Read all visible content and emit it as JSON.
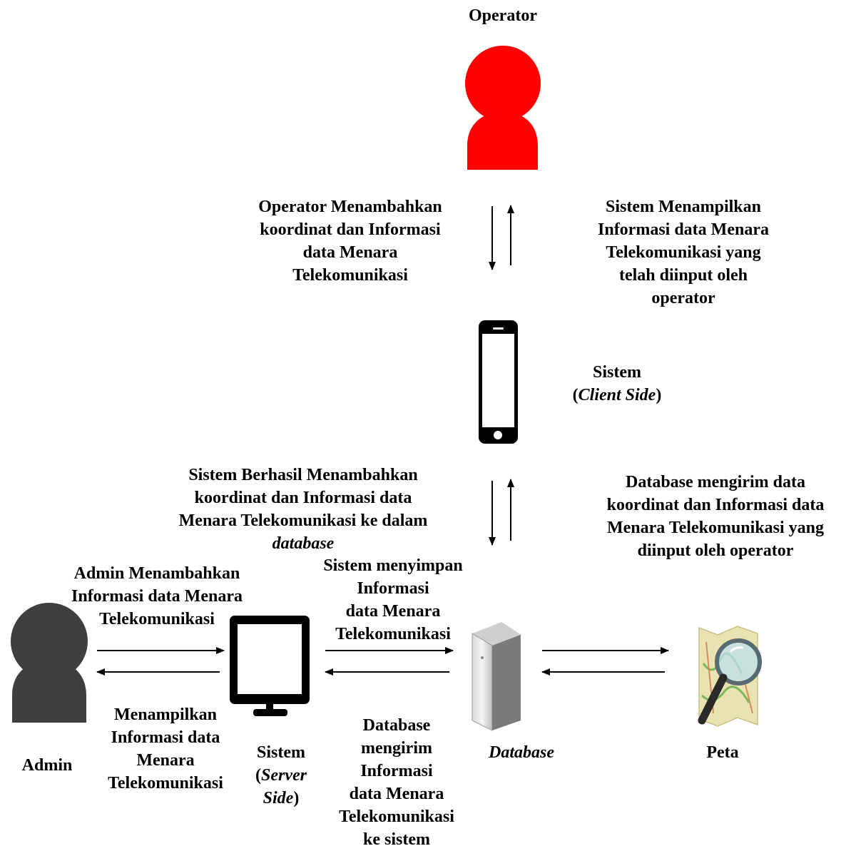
{
  "nodes": {
    "operator": {
      "label": "Operator",
      "color": "#ff0000",
      "icon": "person-icon"
    },
    "client": {
      "label_prefix": "Sistem",
      "label_italic": "Client Side",
      "icon": "smartphone-icon"
    },
    "admin": {
      "label": "Admin",
      "color": "#3f3f3f",
      "icon": "person-icon"
    },
    "server": {
      "label_line1": "Sistem",
      "label_italic_a": "Server",
      "label_italic_b": "Side",
      "icon": "monitor-icon"
    },
    "database": {
      "label": "Database",
      "icon": "server-tower-icon"
    },
    "map": {
      "label": "Peta",
      "icon": "map-magnifier-icon"
    }
  },
  "edges": {
    "operator_to_client": {
      "lines": [
        "Operator Menambahkan",
        "koordinat dan Informasi",
        "data Menara",
        "Telekomunikasi"
      ]
    },
    "client_to_operator": {
      "lines": [
        "Sistem Menampilkan",
        "Informasi data Menara",
        "Telekomunikasi yang",
        "telah diinput oleh",
        "operator"
      ]
    },
    "client_to_database": {
      "lines": [
        "Sistem Berhasil Menambahkan",
        "koordinat dan Informasi data",
        "Menara Telekomunikasi ke dalam"
      ],
      "italic_line": "database"
    },
    "database_to_client": {
      "lines": [
        "Database mengirim data",
        "koordinat dan Informasi data",
        "Menara Telekomunikasi yang",
        "diinput oleh operator"
      ]
    },
    "admin_to_server": {
      "lines": [
        "Admin Menambahkan",
        "Informasi data Menara",
        "Telekomunikasi"
      ]
    },
    "server_to_admin": {
      "lines": [
        "Menampilkan",
        "Informasi data",
        "Menara",
        "Telekomunikasi"
      ]
    },
    "server_to_database": {
      "lines": [
        "Sistem menyimpan",
        "Informasi",
        "data Menara",
        "Telekomunikasi"
      ]
    },
    "database_to_server": {
      "lines": [
        "Database",
        "mengirim",
        "Informasi",
        "data Menara",
        "Telekomunikasi",
        "ke sistem"
      ]
    }
  }
}
